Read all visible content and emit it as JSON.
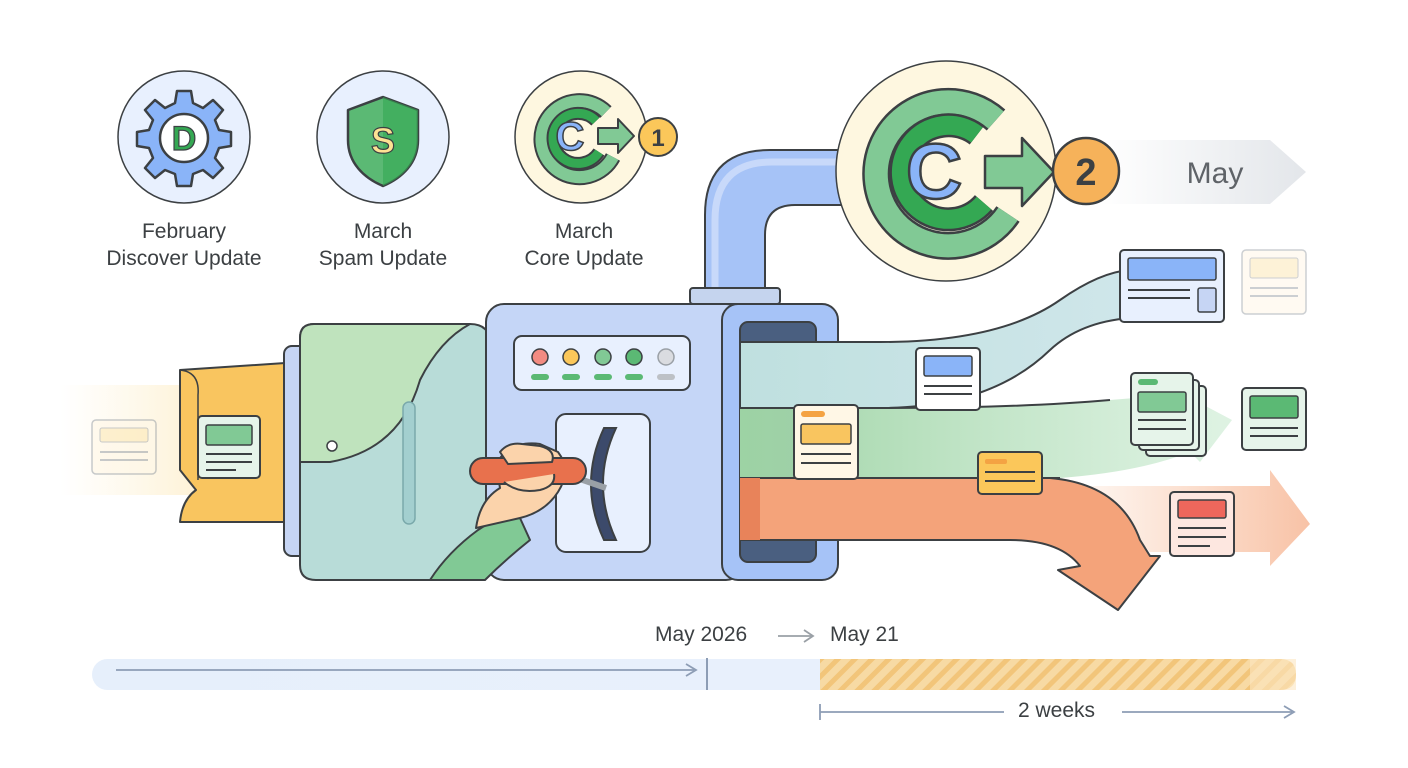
{
  "updates": [
    {
      "letter": "D",
      "line1": "February",
      "line2": "Discover Update",
      "icon": "gear-icon",
      "color": "#4285f4"
    },
    {
      "letter": "S",
      "line1": "March",
      "line2": "Spam Update",
      "icon": "shield-icon",
      "color": "#34a853"
    },
    {
      "letter": "C",
      "line1": "March",
      "line2": "Core Update",
      "icon": "core-update-icon",
      "badge": "1",
      "color": "#34a853"
    }
  ],
  "featured": {
    "letter": "C",
    "badge": "2",
    "month": "May",
    "icon": "core-update-icon"
  },
  "timeline": {
    "start_label": "May 2026",
    "end_label": "May 21",
    "duration_label": "2 weeks"
  },
  "colors": {
    "blue": "#4285f4",
    "green": "#34a853",
    "yellow": "#fbbc04",
    "red": "#ea4335",
    "orange": "#f4a343"
  }
}
